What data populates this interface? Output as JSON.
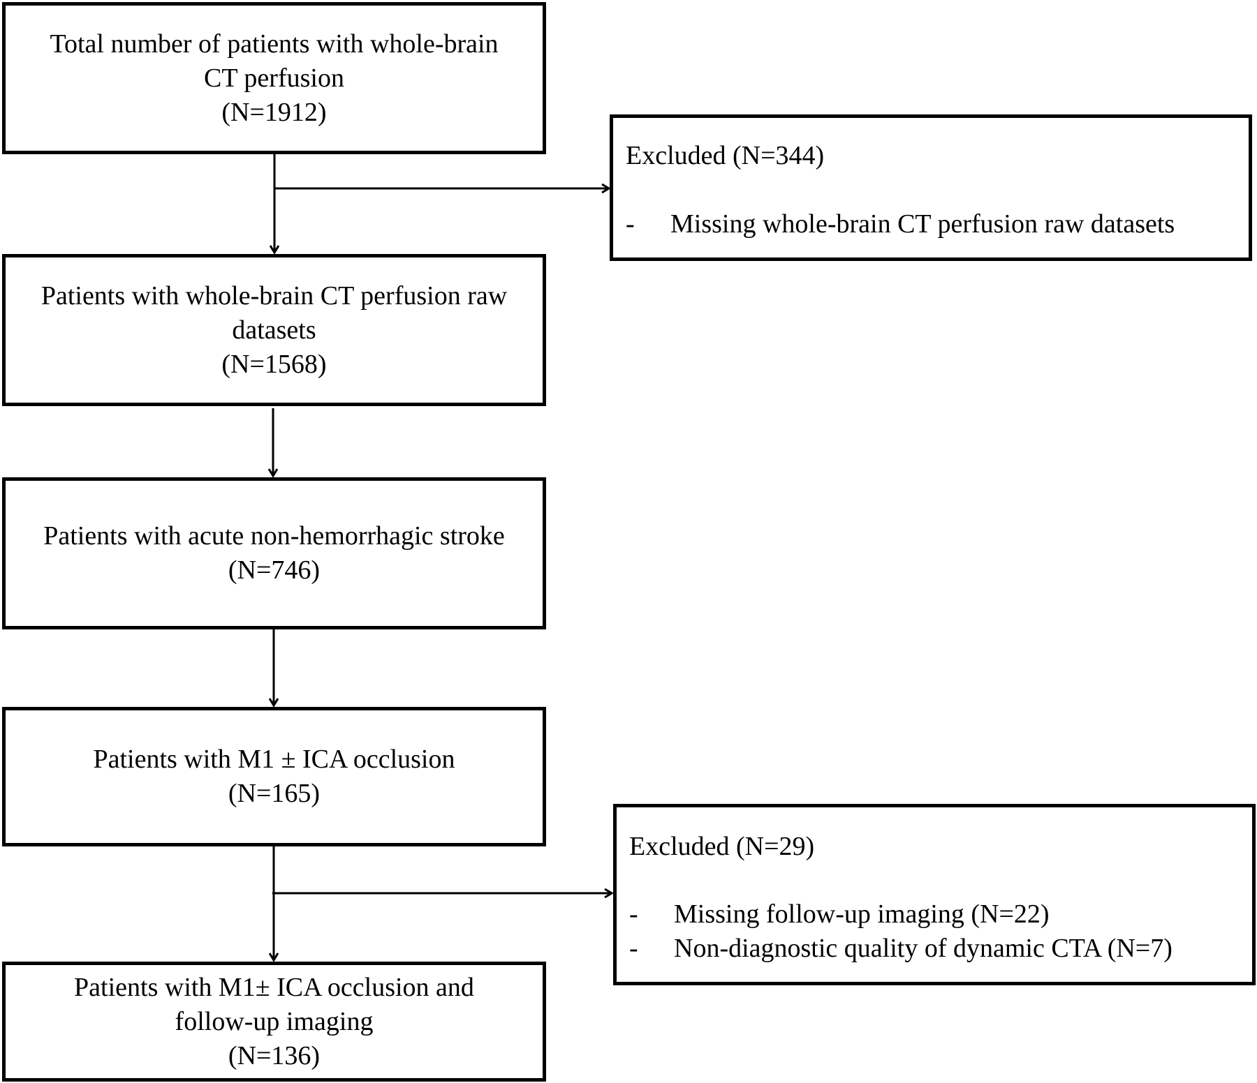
{
  "boxes": [
    {
      "id": "total",
      "lines": [
        "Total number of patients with whole-brain",
        "CT perfusion",
        "(N=1912)"
      ]
    },
    {
      "id": "raw-datasets",
      "lines": [
        "Patients with whole-brain CT perfusion raw",
        "datasets",
        "(N=1568)"
      ]
    },
    {
      "id": "acute-stroke",
      "lines": [
        "Patients with acute non-hemorrhagic stroke",
        "(N=746)"
      ]
    },
    {
      "id": "m1-occlusion",
      "lines": [
        "Patients with M1 ± ICA occlusion",
        "(N=165)"
      ]
    },
    {
      "id": "final",
      "lines": [
        "Patients with M1± ICA occlusion and",
        "follow-up imaging",
        "(N=136)"
      ]
    }
  ],
  "exclusions": [
    {
      "id": "excluded-1",
      "title": "Excluded (N=344)",
      "items": [
        {
          "bullet": "-",
          "text": "Missing whole-brain CT perfusion raw datasets"
        }
      ]
    },
    {
      "id": "excluded-2",
      "title": "Excluded (N=29)",
      "items": [
        {
          "bullet": "-",
          "text": "Missing follow-up imaging (N=22)"
        },
        {
          "bullet": "-",
          "text": "Non-diagnostic quality of dynamic CTA (N=7)"
        }
      ]
    }
  ],
  "style": {
    "stroke": "#000000",
    "fill": "#ffffff"
  }
}
